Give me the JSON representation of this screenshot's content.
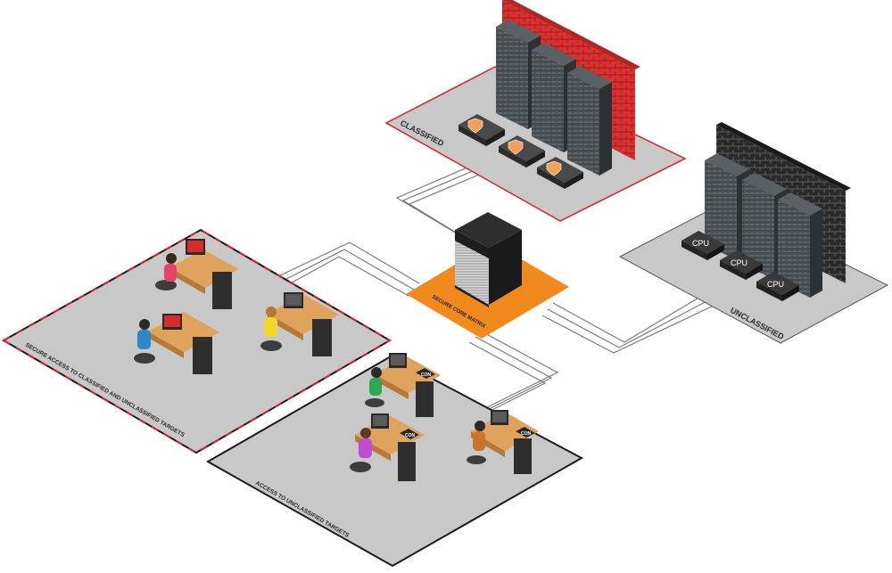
{
  "zones": {
    "classified": "CLASSIFIED",
    "unclassified": "UNCLASSIFIED",
    "secure_access": "SECURE ACCESS TO CLASSIFIED AND UNCLASSIFIED TARGETS",
    "unclassified_access": "ACCESS TO UNCLASSIFIED TARGETS"
  },
  "matrix": {
    "label": "SECURE CORE MATRIX"
  },
  "devices": {
    "cpu_label": "CPU",
    "con_label": "CON"
  },
  "colors": {
    "platform": "#c8c8c8",
    "classified_border": "#d9202a",
    "brick_red": "#d9312f",
    "brick_black": "#2b2b2b",
    "matrix_orange": "#f08a1c",
    "rack": "#3a3f42",
    "desk": "#e0a35c",
    "chair": "#3c3c3c",
    "shield": "#f2a15a"
  },
  "icons": [
    "server-rack-icon",
    "shield-icon",
    "monitor-icon",
    "desk-icon",
    "office-chair-icon",
    "user-icon",
    "matrix-switch-icon",
    "brick-wall-icon"
  ]
}
